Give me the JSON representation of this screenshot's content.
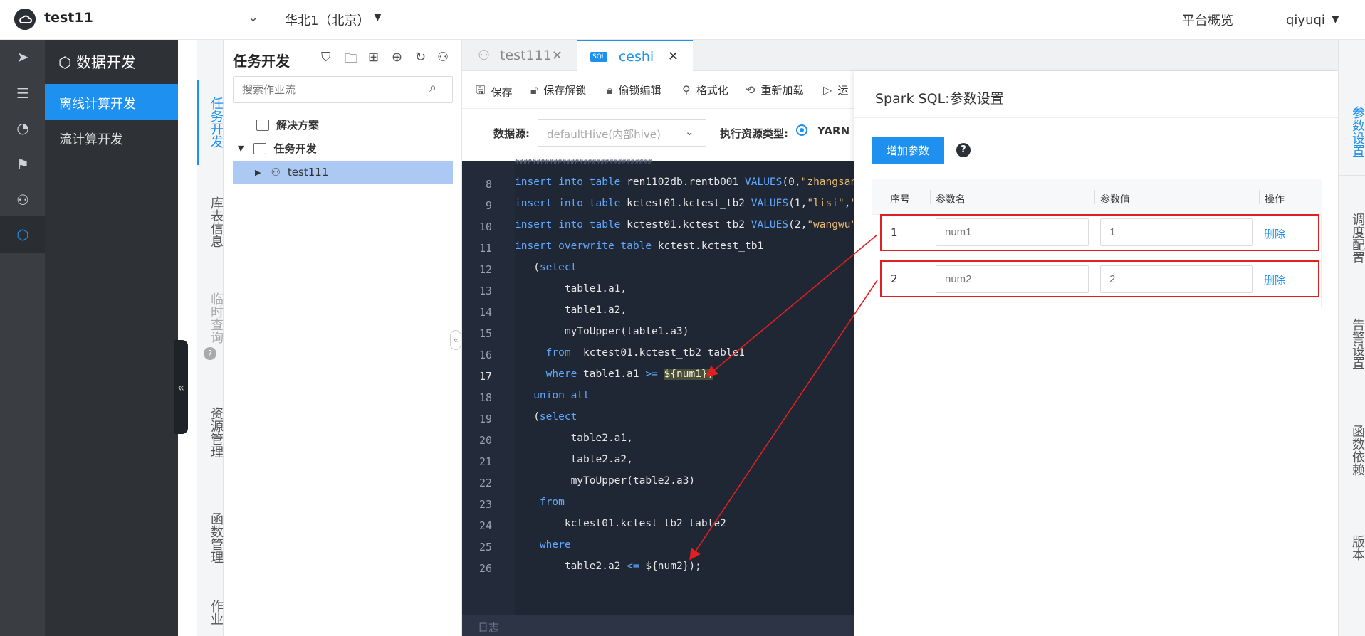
{
  "header": {
    "app_title": "test11",
    "region": "华北1（北京）",
    "overview": "平台概览",
    "user": "qiyuqi"
  },
  "nav": {
    "title": "数据开发",
    "items": [
      {
        "label": "离线计算开发",
        "active": true
      },
      {
        "label": "流计算开发",
        "active": false
      }
    ]
  },
  "left_vtabs": [
    "任务开发",
    "库表信息",
    "临时查询",
    "资源管理",
    "函数管理",
    "作业"
  ],
  "tree": {
    "title": "任务开发",
    "search_placeholder": "搜索作业流",
    "items": [
      {
        "label": "解决方案"
      },
      {
        "label": "任务开发"
      },
      {
        "label": "test111"
      }
    ]
  },
  "tabs": [
    {
      "label": "test111"
    },
    {
      "label": "ceshi",
      "badge": "SQL"
    }
  ],
  "toolbar": {
    "save": "保存",
    "save_unlock": "保存解锁",
    "steal_lock": "偷锁编辑",
    "format": "格式化",
    "reload": "重新加载",
    "run": "运"
  },
  "editor": {
    "datasource_label": "数据源:",
    "datasource_value": "defaultHive(内部hive)",
    "resource_label": "执行资源类型:",
    "resource_value": "YARN",
    "log_label": "日志",
    "line_numbers": [
      "8",
      "9",
      "10",
      "11",
      "12",
      "13",
      "14",
      "15",
      "16",
      "17",
      "18",
      "19",
      "20",
      "21",
      "22",
      "23",
      "24",
      "25",
      "26"
    ]
  },
  "params": {
    "title": "Spark SQL:参数设置",
    "add_button": "增加参数",
    "help": "?",
    "columns": [
      "序号",
      "参数名",
      "参数值",
      "操作"
    ],
    "rows": [
      {
        "index": "1",
        "name_placeholder": "num1",
        "value_placeholder": "1",
        "action": "删除"
      },
      {
        "index": "2",
        "name_placeholder": "num2",
        "value_placeholder": "2",
        "action": "删除"
      }
    ]
  },
  "right_vtabs": [
    "参数设置",
    "调度配置",
    "告警设置",
    "函数依赖",
    "版本"
  ],
  "colors": {
    "accent": "#1e90f0",
    "annotation": "#e02020",
    "editor_bg": "#1f2735"
  }
}
